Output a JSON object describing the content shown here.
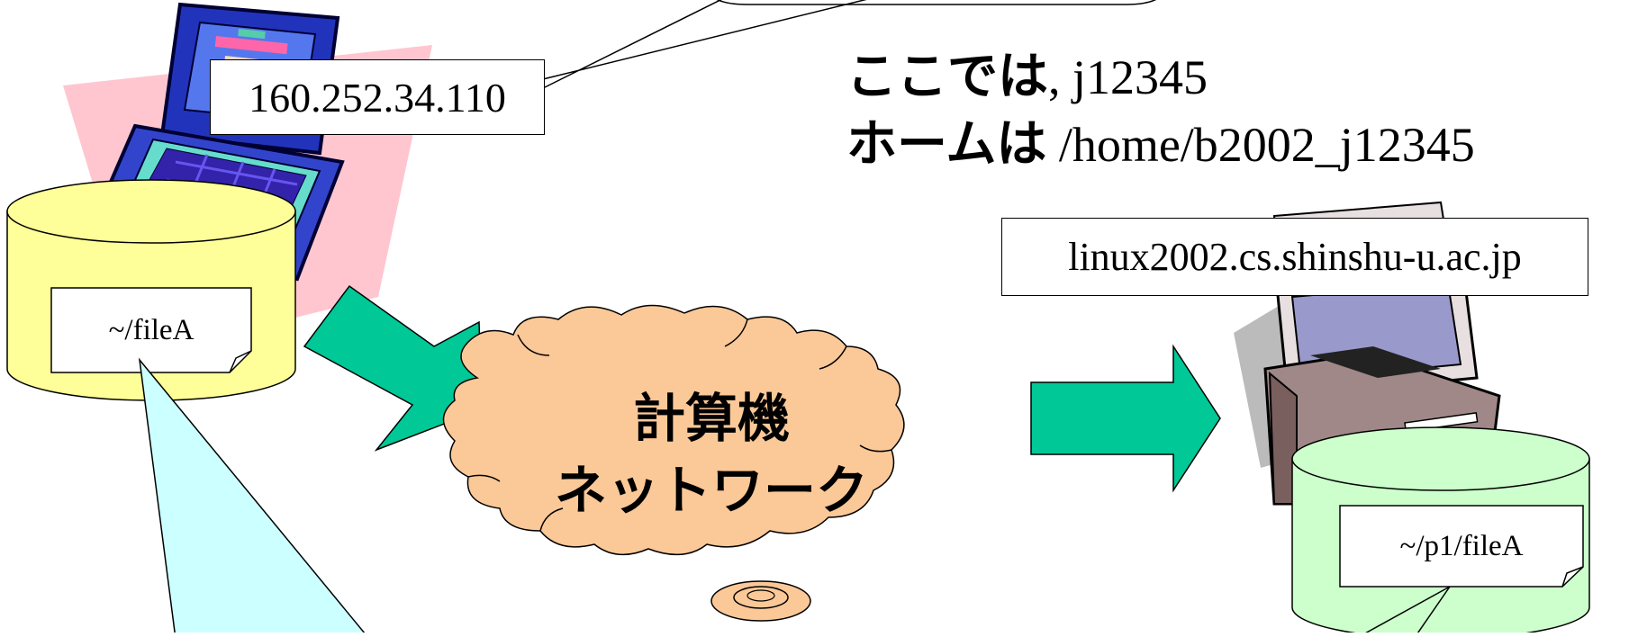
{
  "colors": {
    "arrow": "#00c896",
    "cloud": "#fbc898",
    "drum_left": "#ffff99",
    "drum_right": "#ccffcc",
    "callout_bottom": "#ccffff",
    "laptop_blob": "#ffc0cb",
    "laptop_body": "#3344cc"
  },
  "client": {
    "ip": "160.252.34.110",
    "file": "~/fileA",
    "icon": "laptop-icon"
  },
  "network": {
    "line1": "計算機",
    "line2": "ネットワーク",
    "icon": "cloud-shape"
  },
  "server": {
    "host": "linux2002.cs.shinshu-u.ac.jp",
    "file": "~/p1/fileA",
    "icon": "desktop-computer-icon"
  },
  "note": {
    "user_prefix": "ここでは",
    "user_value": ", j12345",
    "home_prefix": "ホームは",
    "home_value": " /home/b2002_j12345"
  }
}
